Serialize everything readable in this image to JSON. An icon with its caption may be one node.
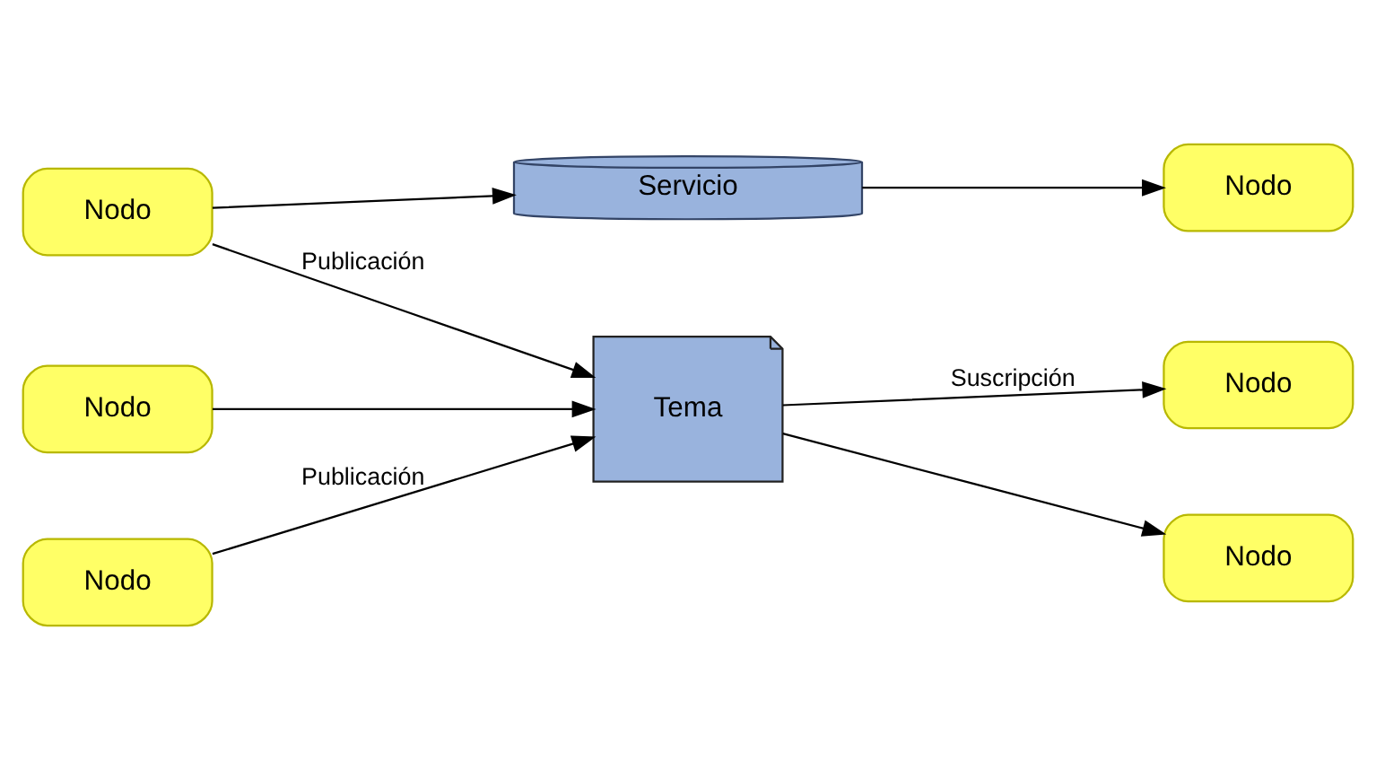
{
  "diagram": {
    "nodes": [
      {
        "text": [
          "Nodo"
        ]
      },
      {
        "text": [
          "Servicio"
        ]
      },
      {
        "text": [
          "Nodo"
        ]
      },
      {
        "text": [
          "Nodo"
        ]
      },
      {
        "text": [
          "Tema"
        ]
      },
      {
        "text": [
          "Nodo"
        ]
      },
      {
        "text": [
          "Nodo"
        ]
      },
      {
        "text": [
          "Nodo"
        ]
      }
    ],
    "edges": [
      {
        "from": 0,
        "to": 1,
        "arrow": "to"
      },
      {
        "from": 1,
        "to": 2,
        "arrow": "to"
      },
      {
        "from": 0,
        "to": 4,
        "arrow": "to",
        "label": "Publicación"
      },
      {
        "from": 3,
        "to": 4,
        "arrow": "to"
      },
      {
        "from": 6,
        "to": 4,
        "arrow": "to",
        "label": "Publicación"
      },
      {
        "from": 4,
        "to": 5,
        "arrow": "to",
        "label": "Suscripción"
      },
      {
        "from": 4,
        "to": 7,
        "arrow": "to"
      }
    ]
  }
}
